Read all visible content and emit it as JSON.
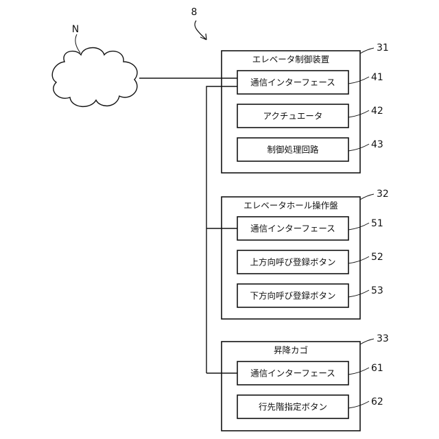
{
  "figure_ref": "8",
  "network": {
    "label": "N"
  },
  "units": [
    {
      "id": "controller",
      "ref": "31",
      "title": "エレベータ制御装置",
      "blocks": [
        {
          "ref": "41",
          "label": "通信インターフェース"
        },
        {
          "ref": "42",
          "label": "アクチュエータ"
        },
        {
          "ref": "43",
          "label": "制御処理回路"
        }
      ]
    },
    {
      "id": "hall-panel",
      "ref": "32",
      "title": "エレベータホール操作盤",
      "blocks": [
        {
          "ref": "51",
          "label": "通信インターフェース"
        },
        {
          "ref": "52",
          "label": "上方向呼び登録ボタン"
        },
        {
          "ref": "53",
          "label": "下方向呼び登録ボタン"
        }
      ]
    },
    {
      "id": "car",
      "ref": "33",
      "title": "昇降カゴ",
      "blocks": [
        {
          "ref": "61",
          "label": "通信インターフェース"
        },
        {
          "ref": "62",
          "label": "行先階指定ボタン"
        }
      ]
    }
  ]
}
